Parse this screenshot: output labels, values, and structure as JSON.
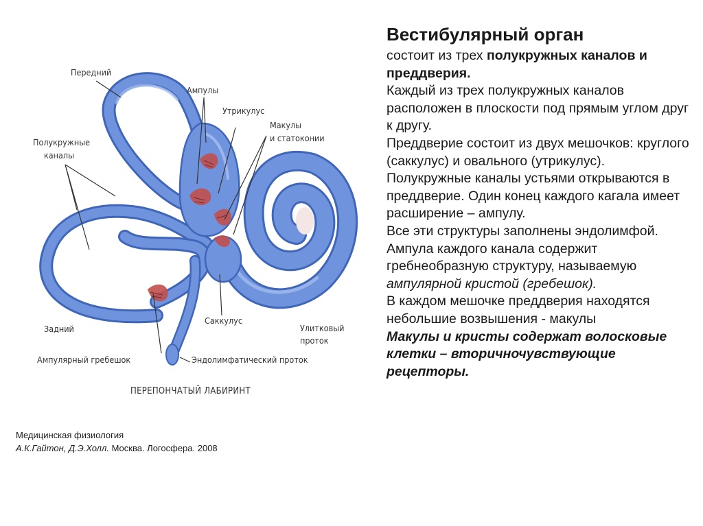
{
  "slide": {
    "title": "Вестибулярный орган",
    "paragraphs": [
      [
        {
          "t": "состоит из трех "
        },
        {
          "t": "полукружных каналов и преддверия.",
          "s": "b"
        }
      ],
      [
        {
          "t": "Каждый из трех полукружных каналов расположен в плоскости под прямым углом друг к другу."
        }
      ],
      [
        {
          "t": "Преддверие состоит из двух мешочков: круглого (саккулус) и овального (утрикулус)."
        }
      ],
      [
        {
          "t": "Полукружные каналы устьями открываются в преддверие. Один конец каждого кагала имеет расширение – ампулу."
        }
      ],
      [
        {
          "t": "Все эти структуры заполнены эндолимфой."
        }
      ],
      [
        {
          "t": "Ампула каждого канала содержит гребнеобразную структуру, называемую "
        },
        {
          "t": "ампулярной кристой (гребешок).",
          "s": "i"
        }
      ],
      [
        {
          "t": "В каждом мешочке преддверия находятся небольшие возвышения - макулы"
        }
      ],
      [
        {
          "t": "Макулы и кристы содержат волосковые клетки – вторичночувствующие рецепторы.",
          "s": "bi"
        }
      ]
    ]
  },
  "diagram": {
    "colors": {
      "labyrinth": "#6f93dc",
      "labyrinth_dark": "#3f66b8",
      "labyrinth_light": "#a9c1f0",
      "sensory": "#c0504f",
      "inner_space": "#f5e6e6"
    },
    "labels": {
      "anterior": "Передний",
      "semicircular_1": "Полукружные",
      "semicircular_2": "каналы",
      "ampullae": "Ампулы",
      "utricle": "Утрикулус",
      "maculae_1": "Макулы",
      "maculae_2": "и статоконии",
      "posterior": "Задний",
      "saccule": "Саккулус",
      "cochlear_1": "Улитковый",
      "cochlear_2": "проток",
      "crista": "Ампулярный гребешок",
      "endolymphatic": "Эндолимфатический проток",
      "caption": "ПЕРЕПОНЧАТЫЙ ЛАБИРИНТ"
    }
  },
  "citation": {
    "line1": "Медицинская физиология",
    "authors": "А.К.Гайтон, Д.Э.Холл.",
    "publisher": " Москва. Логосфера. 2008"
  }
}
